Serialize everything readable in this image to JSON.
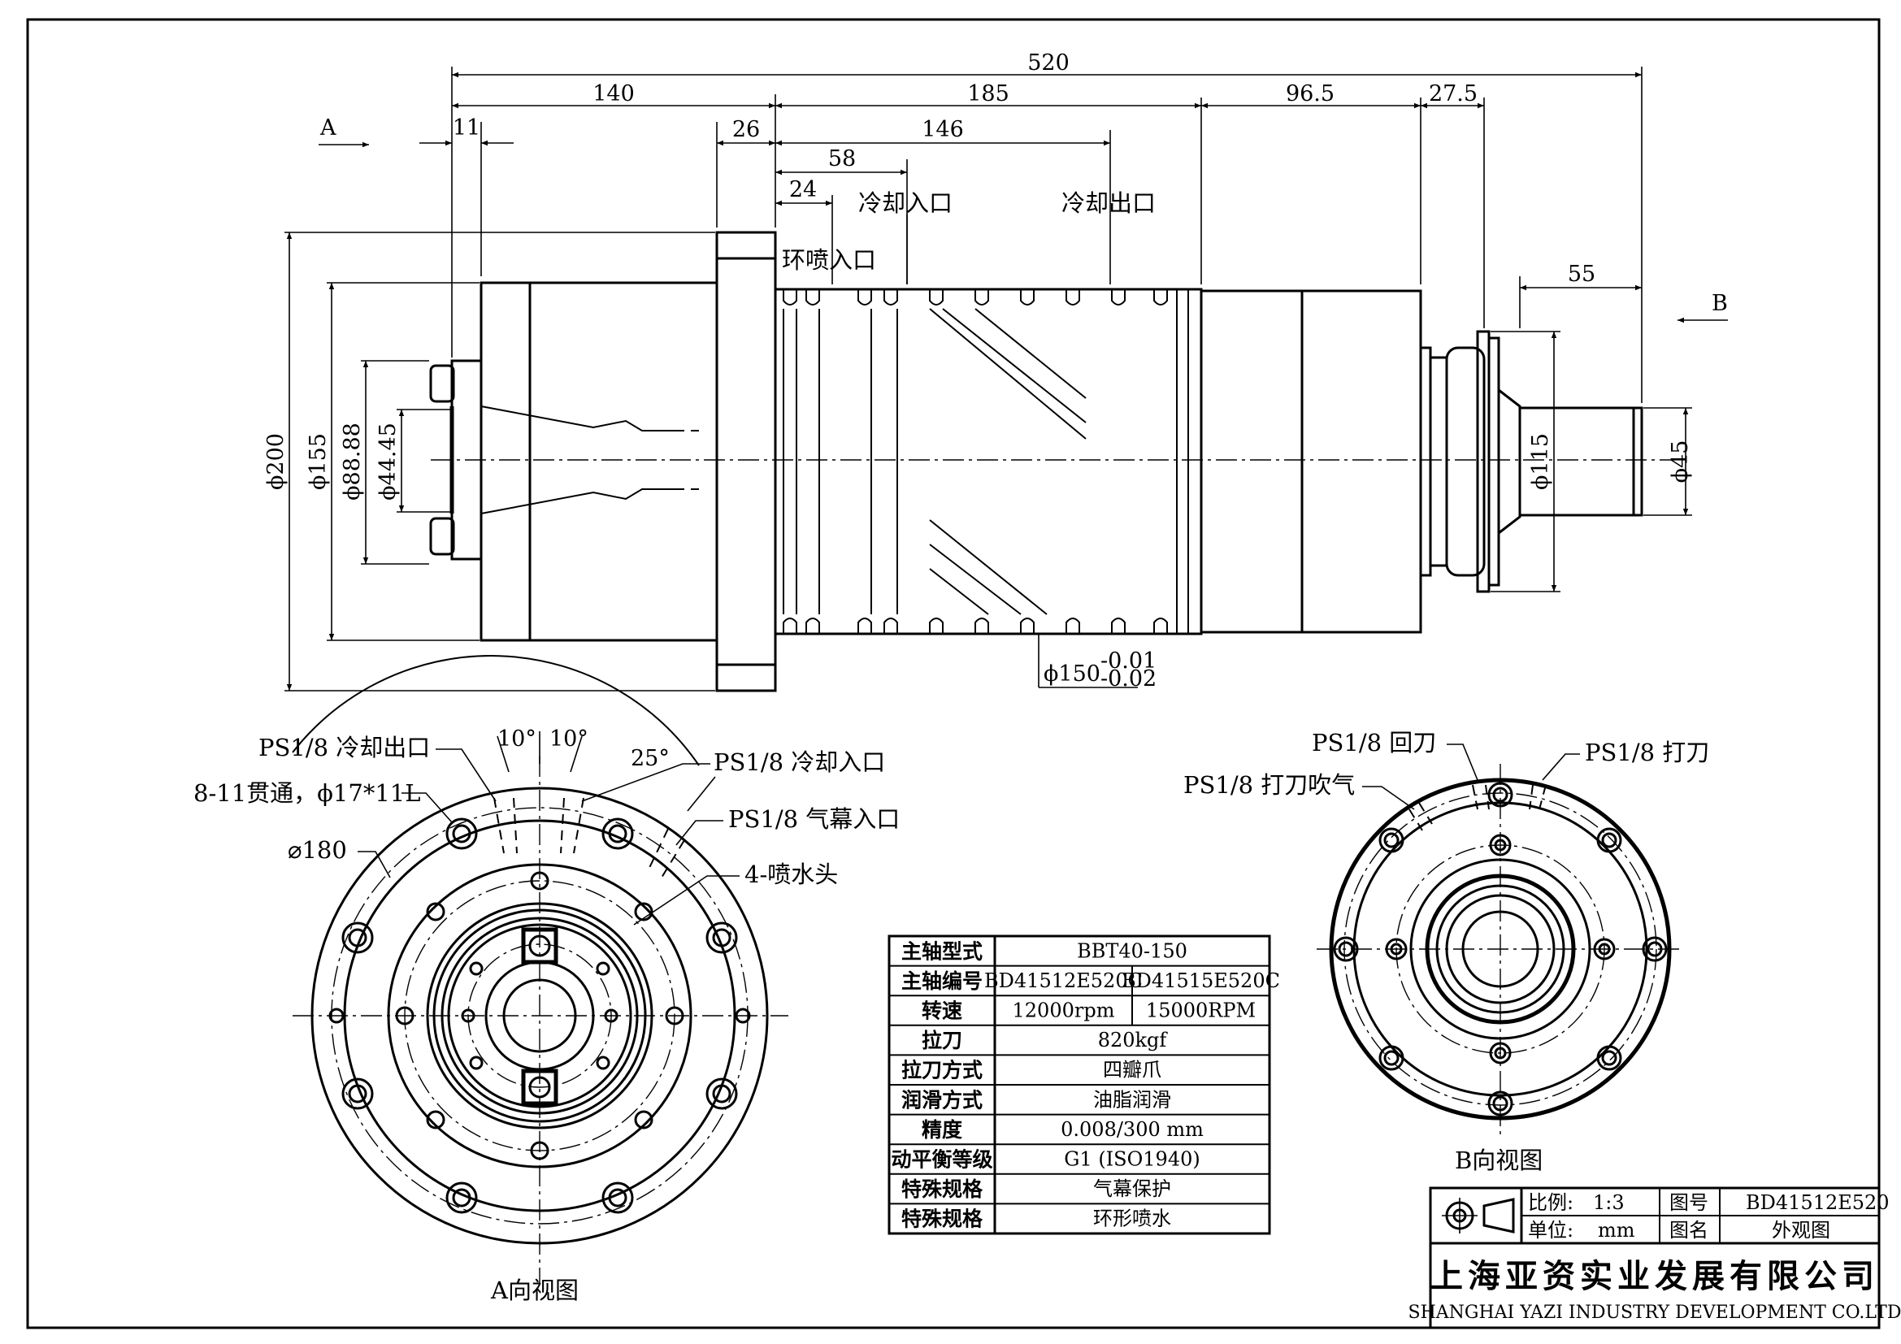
{
  "dims": {
    "overall": "520",
    "d140": "140",
    "d185": "185",
    "d96": "96.5",
    "d27": "27.5",
    "d11": "11",
    "d26": "26",
    "d146": "146",
    "d58": "58",
    "d24": "24",
    "d55": "55",
    "phi200": "ϕ200",
    "phi155": "ϕ155",
    "phi88": "ϕ88.88",
    "phi44": "ϕ44.45",
    "phi115": "ϕ115",
    "phi45": "ϕ45",
    "phi150": "ϕ150",
    "tol_up": "-0.01",
    "tol_dn": "-0.02"
  },
  "section_marks": {
    "a": "A",
    "b": "B"
  },
  "labels": {
    "cool_in": "冷却入口",
    "cool_out": "冷却出口",
    "ring_spray_in": "环喷入口",
    "a_cool_out": "PS1/8 冷却出口",
    "a_cool_in": "PS1/8 冷却入口",
    "a_through": "8-11贯通，ϕ17*11L",
    "a_air_in": "PS1/8 气幕入口",
    "a_dia180": "⌀180",
    "a_nozzle": "4-喷水头",
    "ang10a": "10°",
    "ang10b": "10°",
    "ang25": "25°",
    "view_a": "A向视图",
    "view_b": "B向视图",
    "b_return": "PS1/8 回刀",
    "b_clamp": "PS1/8 打刀",
    "b_blow": "PS1/8 打刀吹气"
  },
  "spec_table": {
    "rows": [
      {
        "k": "主轴型式",
        "v": [
          "BBT40-150"
        ]
      },
      {
        "k": "主轴编号",
        "v": [
          "BD41512E520C",
          "BD41515E520C"
        ]
      },
      {
        "k": "转速",
        "v": [
          "12000rpm",
          "15000RPM"
        ]
      },
      {
        "k": "拉刀",
        "v": [
          "820kgf"
        ]
      },
      {
        "k": "拉刀方式",
        "v": [
          "四瓣爪"
        ]
      },
      {
        "k": "润滑方式",
        "v": [
          "油脂润滑"
        ]
      },
      {
        "k": "精度",
        "v": [
          "0.008/300 mm"
        ]
      },
      {
        "k": "动平衡等级",
        "v": [
          "G1 (ISO1940)"
        ]
      },
      {
        "k": "特殊规格",
        "v": [
          "气幕保护"
        ]
      },
      {
        "k": "特殊规格",
        "v": [
          "环形喷水"
        ]
      }
    ]
  },
  "title_block": {
    "scale_label": "比例:",
    "scale_value": "1:3",
    "unit_label": "单位:",
    "unit_value": "mm",
    "dwg_no_label": "图号",
    "dwg_no_value": "BD41512E520",
    "dwg_name_label": "图名",
    "dwg_name_value": "外观图",
    "company_cn": "上海亚资实业发展有限公司",
    "company_en": "SHANGHAI YAZI INDUSTRY DEVELOPMENT CO.LTD"
  }
}
